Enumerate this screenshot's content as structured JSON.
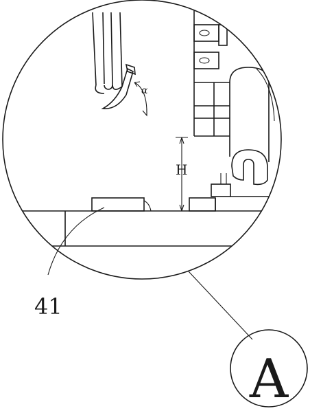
{
  "labels": {
    "part_number": "41",
    "dimension": "H",
    "angle": "α",
    "detail_marker": "A"
  },
  "colors": {
    "line": "#1a1a1a",
    "background": "#ffffff"
  }
}
